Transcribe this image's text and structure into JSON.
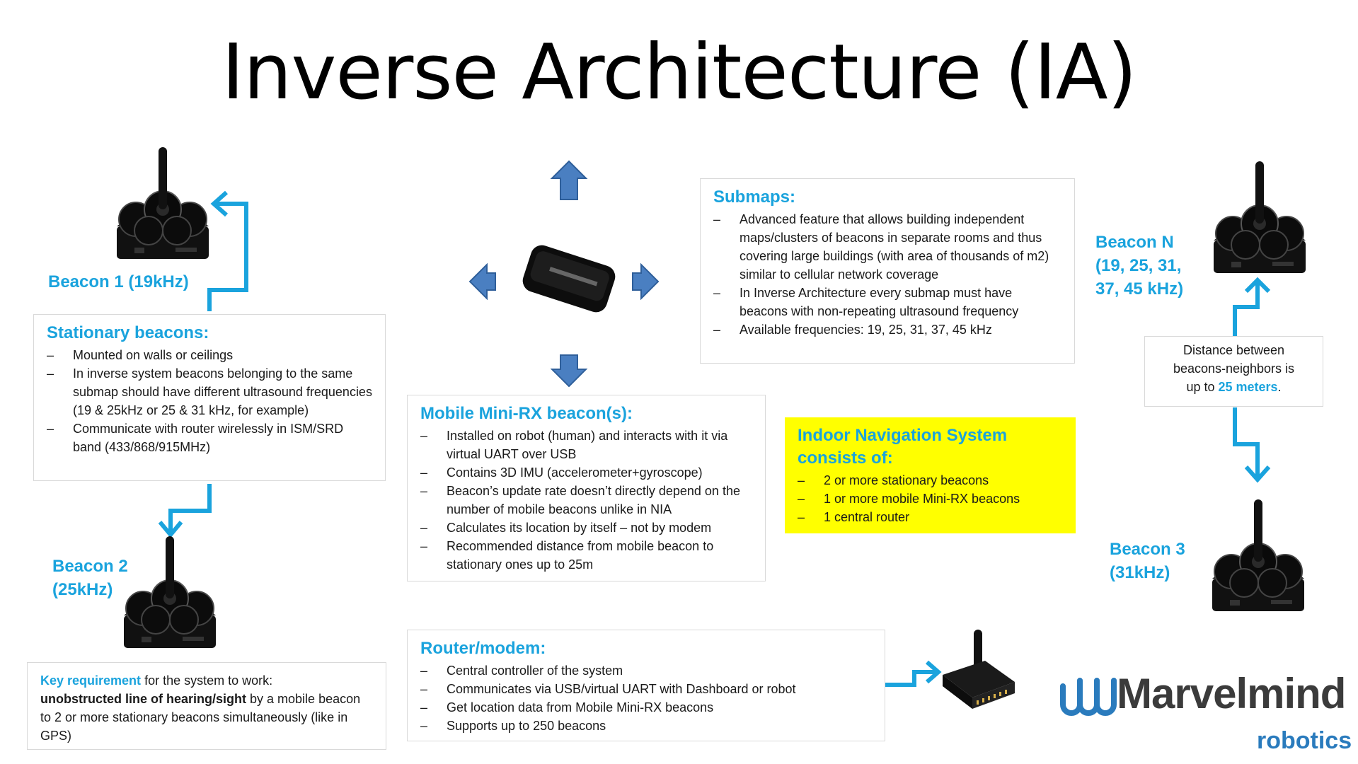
{
  "title": "Inverse Architecture (IA)",
  "colors": {
    "accent": "#1aa3dd",
    "highlight": "#ffff00",
    "arrow": "#4a7fc1",
    "connector": "#1aa3dd",
    "logo_blue": "#2a7bbd"
  },
  "beacons": {
    "b1": "Beacon 1 (19kHz)",
    "b2_line1": "Beacon 2",
    "b2_line2": "(25kHz)",
    "bn_line1": "Beacon N",
    "bn_line2": "(19, 25, 31,",
    "bn_line3": "37, 45 kHz)",
    "b3_line1": "Beacon 3",
    "b3_line2": "(31kHz)"
  },
  "stationary": {
    "heading": "Stationary beacons:",
    "items": [
      "Mounted on walls or ceilings",
      "In inverse system beacons belonging to the same submap should have different ultrasound frequencies (19 & 25kHz or 25 & 31 kHz, for example)",
      "Communicate with router wirelessly in ISM/SRD band (433/868/915MHz)"
    ]
  },
  "key_requirement": {
    "lead": "Key requirement",
    "rest1": " for the system to work:",
    "bold": "unobstructed line of hearing/sight",
    "rest2": " by a mobile beacon to 2 or more stationary beacons simultaneously (like in GPS)"
  },
  "mobile": {
    "heading": "Mobile Mini-RX beacon(s):",
    "items": [
      "Installed on robot (human) and interacts with it via virtual UART over USB",
      "Contains 3D IMU (accelerometer+gyroscope)",
      "Beacon’s update rate doesn’t directly depend on the number of mobile beacons unlike in NIA",
      "Calculates its location by itself – not by modem",
      "Recommended distance from mobile beacon to stationary ones up to 25m"
    ]
  },
  "submaps": {
    "heading": "Submaps:",
    "items": [
      "Advanced feature that allows building independent maps/clusters of beacons in separate rooms and thus covering large buildings (with area of thousands of m2) similar to cellular network coverage",
      "In Inverse Architecture every submap must have beacons with non-repeating ultrasound frequency",
      "Available frequencies: 19, 25, 31, 37, 45 kHz"
    ]
  },
  "ins": {
    "heading": "Indoor Navigation System consists of:",
    "items": [
      "2 or more stationary beacons",
      "1 or more mobile Mini-RX beacons",
      "1 central router"
    ]
  },
  "router": {
    "heading": "Router/modem:",
    "items": [
      "Central controller of the system",
      "Communicates via USB/virtual UART with Dashboard or robot",
      "Get location data from Mobile Mini-RX beacons",
      "Supports up to 250 beacons"
    ]
  },
  "distance": {
    "line1": "Distance between",
    "line2": "beacons-neighbors is",
    "line3_pre": "up to ",
    "line3_hl": "25 meters",
    "line3_post": "."
  },
  "logo": {
    "name": "Marvelmind",
    "sub": "robotics"
  },
  "dash": "–"
}
